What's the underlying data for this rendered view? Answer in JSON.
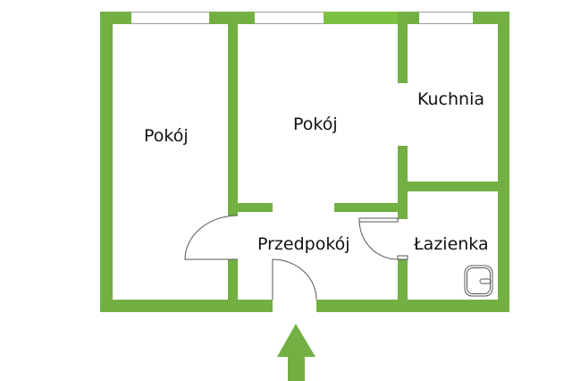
{
  "plan": {
    "colors": {
      "wall": "#72b043",
      "wall_light": "#7dc143",
      "window_line": "#9a9a9a",
      "door_line": "#555555",
      "arrow": "#72b043"
    },
    "rooms": [
      {
        "id": "room1",
        "label": "Pokój"
      },
      {
        "id": "room2",
        "label": "Pokój"
      },
      {
        "id": "kitchen",
        "label": "Kuchnia"
      },
      {
        "id": "hallway",
        "label": "Przedpokój"
      },
      {
        "id": "bathroom",
        "label": "Łazienka"
      }
    ],
    "windows": 3,
    "entrance": {
      "icon": "entrance-arrow-icon"
    }
  }
}
